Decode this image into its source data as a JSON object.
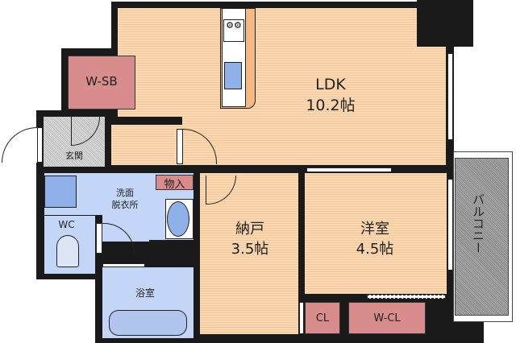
{
  "rooms": {
    "ldk": {
      "name": "LDK",
      "size": "10.2帖"
    },
    "wsb": {
      "name": "W-SB"
    },
    "genkan": {
      "name": "玄関"
    },
    "senmen": {
      "line1": "洗面",
      "line2": "脱衣所"
    },
    "monoire": {
      "name": "物入"
    },
    "wc": {
      "name": "WC"
    },
    "bath": {
      "name": "浴室"
    },
    "nando": {
      "name": "納戸",
      "size": "3.5帖"
    },
    "youshitsu": {
      "name": "洋室",
      "size": "4.5帖"
    },
    "cl": {
      "name": "CL"
    },
    "wcl": {
      "name": "W-CL"
    },
    "balcony": {
      "name": "バルコニー"
    }
  },
  "colors": {
    "floor": "#fcd8b0",
    "wet": "#c4d6f7",
    "storage": "#d98c8c",
    "wall": "#1a1a1a"
  }
}
